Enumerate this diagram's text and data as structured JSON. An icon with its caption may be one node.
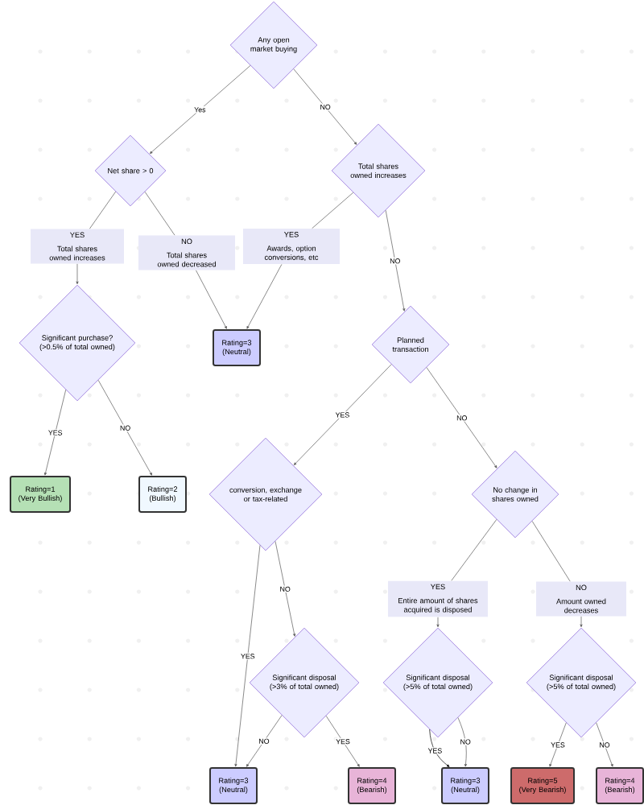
{
  "diagram": {
    "nodes": [
      {
        "text": [
          "Any open market buying"
        ]
      },
      {
        "text": [
          "Net share > 0"
        ]
      },
      {
        "text": [
          "Total shares owned increases"
        ]
      },
      {
        "text": [
          "YES",
          "Total shares owned increases"
        ]
      },
      {
        "text": [
          "NO",
          "Total shares owned decreased"
        ]
      },
      {
        "text": [
          "YES",
          "Awards, option conversions, etc"
        ]
      },
      {
        "text": [
          "Significant purchase? (>0.5% of total owned)"
        ]
      },
      {
        "text": [
          "Rating=3 (Neutral)"
        ]
      },
      {
        "text": [
          "Planned transaction"
        ]
      },
      {
        "text": [
          "Rating=1 (Very Bullish)"
        ]
      },
      {
        "text": [
          "Rating=2 (Bullish)"
        ]
      },
      {
        "text": [
          "conversion, exchange or tax-related"
        ]
      },
      {
        "text": [
          "No change in shares owned"
        ]
      },
      {
        "text": [
          "YES",
          "Entire amount of shares acquired is disposed"
        ]
      },
      {
        "text": [
          "NO",
          "Amount owned decreases"
        ]
      },
      {
        "text": [
          "Significant disposal (>3% of total owned)"
        ]
      },
      {
        "text": [
          "Significant disposal (>5% of total owned)"
        ]
      },
      {
        "text": [
          "Significant disposal (>5% of total owned)"
        ]
      },
      {
        "text": [
          "Rating=3 (Neutral)"
        ]
      },
      {
        "text": [
          "Rating=4 (Bearish)"
        ]
      },
      {
        "text": [
          "Rating=3 (Neutral)"
        ]
      },
      {
        "text": [
          "Rating=5 (Very Bearish)"
        ]
      },
      {
        "text": [
          "Rating=4 (Bearish)"
        ]
      }
    ],
    "edges": [
      {
        "from": 0,
        "to": 1,
        "arrow": "to",
        "label": "Yes"
      },
      {
        "from": 0,
        "to": 2,
        "arrow": "to",
        "label": "NO"
      },
      {
        "from": 1,
        "to": 3,
        "arrow": "none"
      },
      {
        "from": 1,
        "to": 4,
        "arrow": "none"
      },
      {
        "from": 2,
        "to": 5,
        "arrow": "none"
      },
      {
        "from": 2,
        "to": 8,
        "arrow": "to",
        "label": "NO"
      },
      {
        "from": 3,
        "to": 6,
        "arrow": "to"
      },
      {
        "from": 4,
        "to": 7,
        "arrow": "to"
      },
      {
        "from": 5,
        "to": 7,
        "arrow": "to"
      },
      {
        "from": 6,
        "to": 9,
        "arrow": "to",
        "label": "YES"
      },
      {
        "from": 6,
        "to": 10,
        "arrow": "to",
        "label": "NO"
      },
      {
        "from": 8,
        "to": 11,
        "arrow": "to",
        "label": "YES"
      },
      {
        "from": 8,
        "to": 12,
        "arrow": "to",
        "label": "NO"
      },
      {
        "from": 11,
        "to": 18,
        "arrow": "to",
        "label": "YES"
      },
      {
        "from": 11,
        "to": 15,
        "arrow": "to",
        "label": "NO"
      },
      {
        "from": 12,
        "to": 13,
        "arrow": "none"
      },
      {
        "from": 12,
        "to": 14,
        "arrow": "none"
      },
      {
        "from": 13,
        "to": 16,
        "arrow": "to"
      },
      {
        "from": 14,
        "to": 17,
        "arrow": "to"
      },
      {
        "from": 15,
        "to": 18,
        "arrow": "to",
        "label": "NO"
      },
      {
        "from": 15,
        "to": 19,
        "arrow": "to",
        "label": "YES"
      },
      {
        "from": 16,
        "to": 20,
        "arrow": "to",
        "label": "YES",
        "color": "#000000"
      },
      {
        "from": 16,
        "to": 20,
        "arrow": "to",
        "label": "NO"
      },
      {
        "from": 17,
        "to": 21,
        "arrow": "to",
        "label": "YES"
      },
      {
        "from": 17,
        "to": 22,
        "arrow": "to",
        "label": "NO"
      }
    ]
  }
}
